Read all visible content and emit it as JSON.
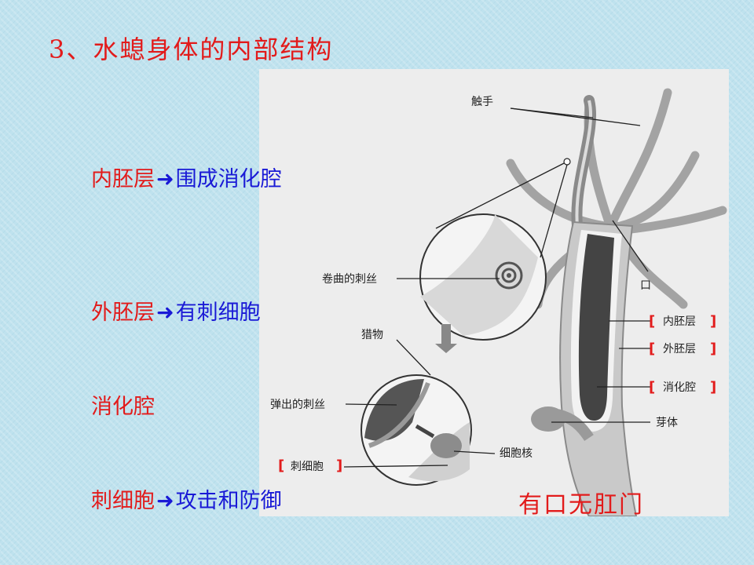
{
  "title": "3、水螅身体的内部结构",
  "left_points": [
    {
      "term": "内胚层",
      "arrow": "➜",
      "desc": "围成消化腔"
    },
    {
      "term": "外胚层",
      "arrow": "➜",
      "desc": "有刺细胞"
    },
    {
      "term": "消化腔",
      "arrow": "",
      "desc": ""
    },
    {
      "term": "刺细胞",
      "arrow": "➜",
      "desc": "攻击和防御"
    }
  ],
  "figure_labels": {
    "tentacle": "触手",
    "mouth": "口",
    "coiled_thread": "卷曲的刺丝",
    "prey": "猎物",
    "ejected_thread": "弹出的刺丝",
    "nucleus": "细胞核",
    "cnidocyte": "刺细胞",
    "endoderm": "内胚层",
    "ectoderm": "外胚层",
    "gastric_cavity": "消化腔",
    "bud": "芽体"
  },
  "bottom_note": "有口无肛门",
  "colors": {
    "red": "#e21b1b",
    "blue": "#1a1ad6",
    "background": "#bfe2ee"
  }
}
